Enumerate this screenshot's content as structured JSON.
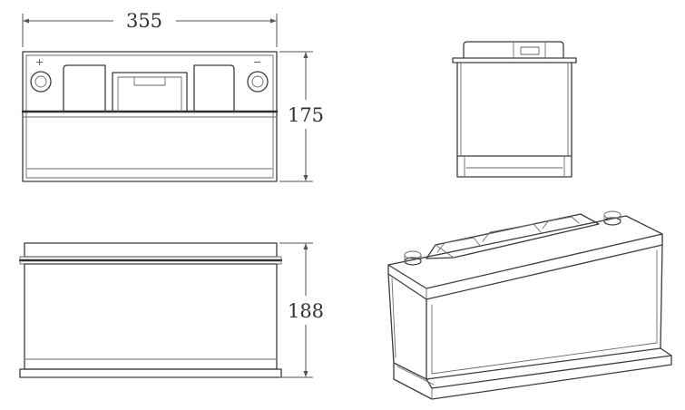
{
  "dimensions": {
    "length": "355",
    "width": "175",
    "height": "188"
  },
  "terminals": {
    "positive_symbol": "+",
    "negative_symbol": "−"
  }
}
